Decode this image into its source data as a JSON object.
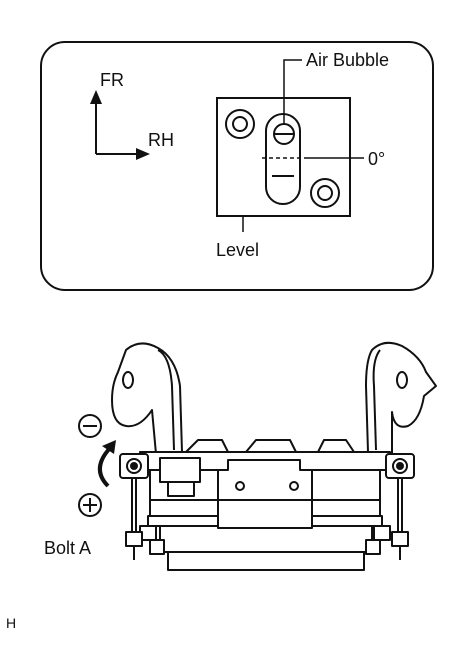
{
  "labels": {
    "forward": "FR",
    "right": "RH",
    "air_bubble": "Air Bubble",
    "zero_degree": "0°",
    "level": "Level",
    "bolt": "Bolt A",
    "corner_code": "H"
  }
}
